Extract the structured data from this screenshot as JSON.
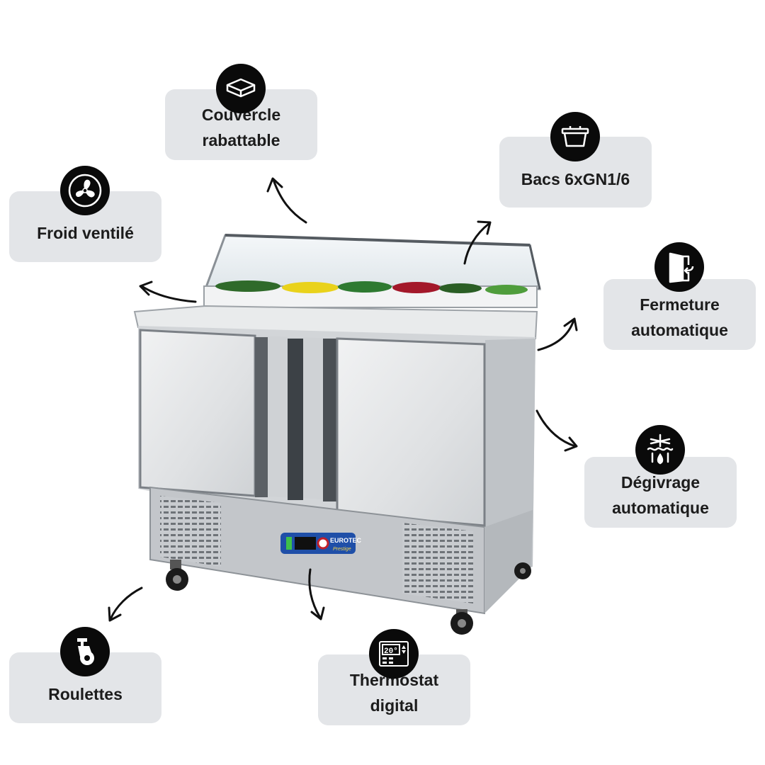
{
  "features": [
    {
      "id": "couvercle",
      "label": "Couvercle\nrabattable",
      "icon": "lid-icon"
    },
    {
      "id": "bacs",
      "label": "Bacs 6xGN1/6",
      "icon": "container-icon"
    },
    {
      "id": "froid",
      "label": "Froid ventilé",
      "icon": "fan-icon"
    },
    {
      "id": "fermeture",
      "label": "Fermeture\nautomatique",
      "icon": "door-icon"
    },
    {
      "id": "degivrage",
      "label": "Dégivrage\nautomatique",
      "icon": "defrost-icon"
    },
    {
      "id": "roulettes",
      "label": "Roulettes",
      "icon": "caster-wheel-icon"
    },
    {
      "id": "thermostat",
      "label": "Thermostat\ndigital",
      "icon": "thermostat-icon"
    }
  ],
  "product": {
    "brand": "EUROTEC",
    "brand_sub": "Prestige"
  },
  "thermostat_display": "20°",
  "colors": {
    "card": "#e3e5e8",
    "badge": "#0a0a0a",
    "steel": "#c9ccd0",
    "brand_blue": "#1f4fa8"
  }
}
